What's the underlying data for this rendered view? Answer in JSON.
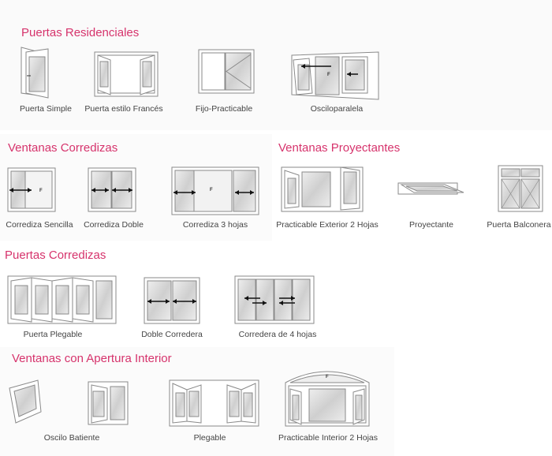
{
  "colors": {
    "heading": "#d6336c",
    "label": "#444444",
    "frame": "#8a8a8a",
    "glass": "#d9d9d9"
  },
  "sections": [
    {
      "title": "Puertas Residenciales",
      "items": [
        {
          "label": "Puerta Simple",
          "icon": "single-door-icon"
        },
        {
          "label": "Puerta estilo Francés",
          "icon": "french-door-icon"
        },
        {
          "label": "Fijo-Practicable",
          "icon": "fixed-casement-icon"
        },
        {
          "label": "Osciloparalela",
          "icon": "tilt-slide-icon",
          "mark": "F"
        }
      ]
    },
    {
      "title": "Ventanas Corredizas",
      "items": [
        {
          "label": "Corrediza Sencilla",
          "icon": "single-slider-icon",
          "mark": "F"
        },
        {
          "label": "Corrediza Doble",
          "icon": "double-slider-icon"
        },
        {
          "label": "Corrediza 3 hojas",
          "icon": "triple-slider-icon",
          "mark": "F"
        }
      ]
    },
    {
      "title": "Ventanas Proyectantes",
      "items": [
        {
          "label": "Practicable Exterior 2 Hojas",
          "icon": "exterior-casement-icon"
        },
        {
          "label": "Proyectante",
          "icon": "awning-window-icon"
        },
        {
          "label": "Puerta Balconera",
          "icon": "balcony-door-icon"
        }
      ]
    },
    {
      "title": "Puertas Corredizas",
      "items": [
        {
          "label": "Puerta Plegable",
          "icon": "folding-door-icon"
        },
        {
          "label": "Doble Corredera",
          "icon": "double-sliding-door-icon"
        },
        {
          "label": "Corredera de 4 hojas",
          "icon": "four-panel-sliding-door-icon"
        }
      ]
    },
    {
      "title": "Ventanas con Apertura Interior",
      "items": [
        {
          "label": "Oscilo Batiente",
          "icon": "tilt-turn-icon"
        },
        {
          "label": "Plegable",
          "icon": "folding-window-icon"
        },
        {
          "label": "Practicable Interior 2 Hojas",
          "icon": "interior-casement-icon",
          "mark": "F"
        }
      ]
    }
  ]
}
